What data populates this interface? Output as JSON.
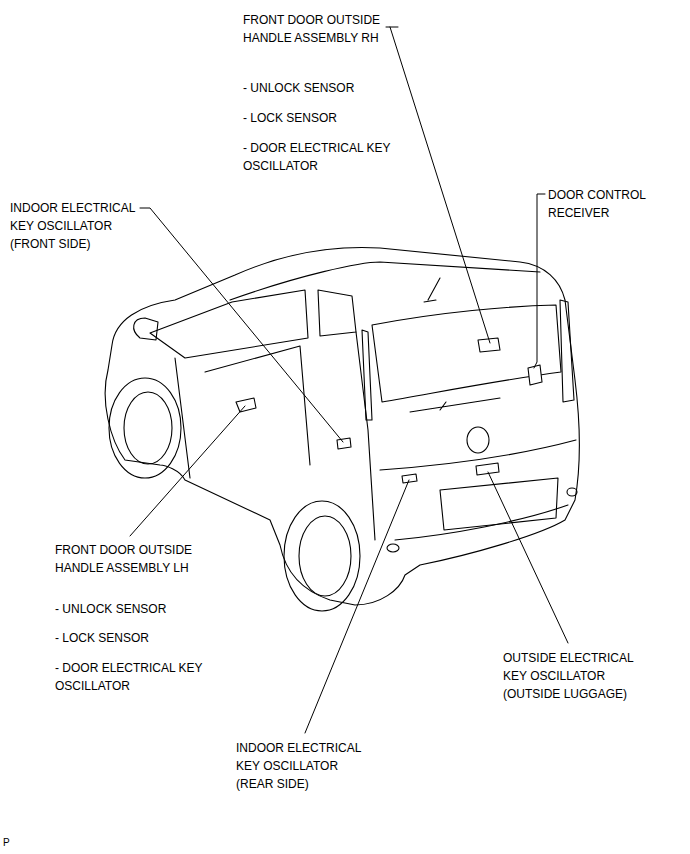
{
  "diagram": {
    "labels": [
      "FRONT DOOR OUTSIDE HANDLE ASSEMBLY RH",
      "- UNLOCK SENSOR",
      "- LOCK SENSOR",
      "- DOOR ELECTRICAL KEY OSCILLATOR",
      "INDOOR ELECTRICAL KEY OSCILLATOR (FRONT SIDE)",
      "DOOR CONTROL RECEIVER",
      "FRONT DOOR OUTSIDE HANDLE ASSEMBLY LH",
      "- UNLOCK SENSOR",
      "- LOCK SENSOR",
      "- DOOR ELECTRICAL KEY OSCILLATOR",
      "OUTSIDE ELECTRICAL KEY OSCILLATOR (OUTSIDE LUGGAGE)",
      "INDOOR ELECTRICAL KEY OSCILLATOR (REAR SIDE)",
      "P"
    ]
  }
}
